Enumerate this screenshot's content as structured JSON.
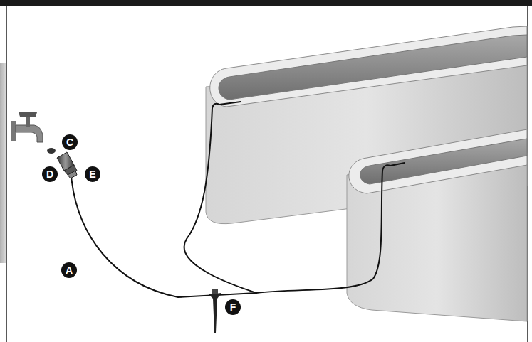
{
  "diagram": {
    "labels": [
      "C",
      "D",
      "E",
      "A",
      "F"
    ]
  }
}
